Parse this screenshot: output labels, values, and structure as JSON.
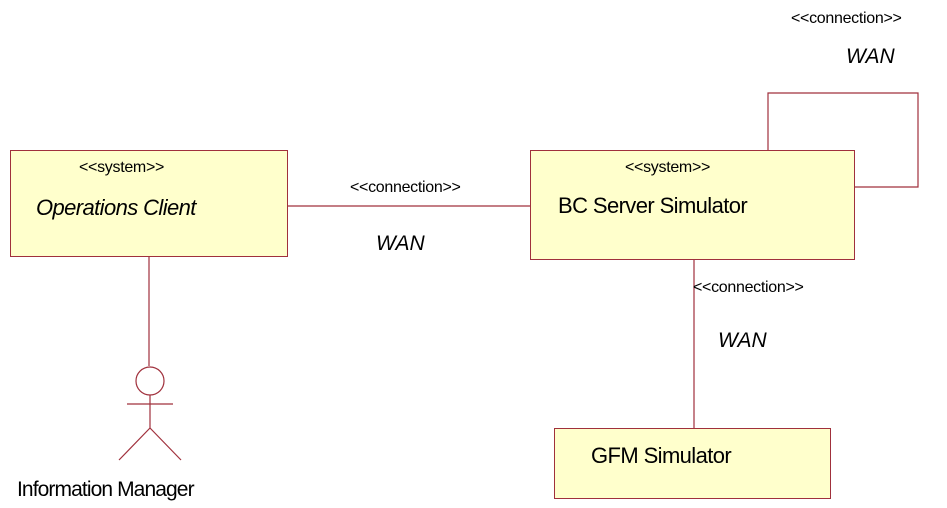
{
  "nodes": {
    "operations_client": {
      "stereotype": "<<system>>",
      "name": "Operations Client"
    },
    "bc_server": {
      "stereotype": "<<system>>",
      "name": "BC Server Simulator"
    },
    "gfm": {
      "name": "GFM Simulator"
    }
  },
  "connections": {
    "client_to_server": {
      "stereotype": "<<connection>>",
      "name": "WAN"
    },
    "server_self": {
      "stereotype": "<<connection>>",
      "name": "WAN"
    },
    "server_to_gfm": {
      "stereotype": "<<connection>>",
      "name": "WAN"
    }
  },
  "actor": {
    "name": "Information Manager"
  },
  "colors": {
    "node_fill": "#ffffcc",
    "line": "#a0303c"
  }
}
